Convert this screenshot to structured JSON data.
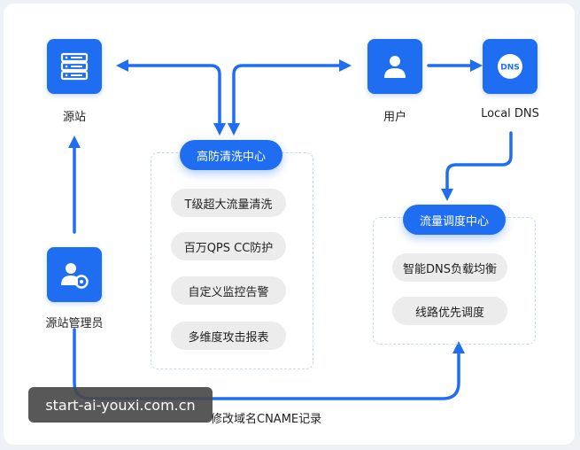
{
  "nodes": {
    "origin": "源站",
    "user": "用户",
    "local_dns": "Local DNS",
    "origin_admin": "源站管理员"
  },
  "dns_icon_text": "DNS",
  "scrubbing_center": {
    "title": "高防清洗中心",
    "items": [
      "T级超大流量清洗",
      "百万QPS CC防护",
      "自定义监控告警",
      "多维度攻击报表"
    ]
  },
  "scheduling_center": {
    "title": "流量调度中心",
    "items": [
      "智能DNS负载均衡",
      "线路优先调度"
    ]
  },
  "bottom_edge_label": "修改域名CNAME记录",
  "watermark": "start-ai-youxi.com.cn",
  "colors": {
    "accent": "#1f6ef2",
    "item_bg": "#ececec",
    "dashed_border": "#c9d9f2"
  }
}
